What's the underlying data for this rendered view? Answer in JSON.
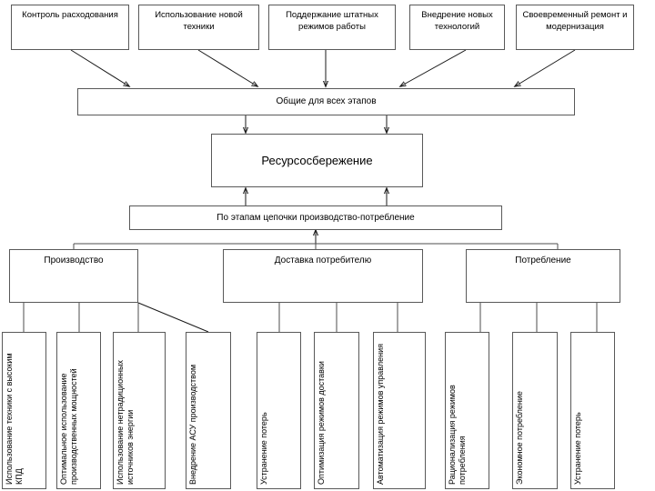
{
  "diagram": {
    "title": "Ресурсосбережение",
    "top_row": [
      {
        "id": "control-spending",
        "label": "Контроль расходования"
      },
      {
        "id": "use-new-equipment",
        "label": "Использование новой техники"
      },
      {
        "id": "maintain-standard-modes",
        "label": "Поддержание штатных режимов работы"
      },
      {
        "id": "introduce-new-tech",
        "label": "Внедрение новых технологий"
      },
      {
        "id": "timely-repair",
        "label": "Своевременный ремонт и модернизация"
      }
    ],
    "common_bar": {
      "id": "common-for-all-stages",
      "label": "Общие для всех этапов"
    },
    "center": {
      "id": "resource-saving",
      "label": "Ресурсосбережение"
    },
    "chain_bar": {
      "id": "by-chain-stages",
      "label": "По этапам цепочки производство-потребление"
    },
    "stages": [
      {
        "id": "production",
        "label": "Производство"
      },
      {
        "id": "delivery-to-consumer",
        "label": "Доставка потребителю"
      },
      {
        "id": "consumption",
        "label": "Потребление"
      }
    ],
    "leaves": [
      {
        "id": "high-efficiency-equipment",
        "label": "Использование техники с высоким КПД",
        "group": "production"
      },
      {
        "id": "optimal-capacity-use",
        "label": "Оптимальное использование производственных мощностей",
        "group": "production"
      },
      {
        "id": "non-traditional-energy",
        "label": "Использование нетрадиционных источников энергии",
        "group": "production"
      },
      {
        "id": "acs-production",
        "label": "Внедрение АСУ производством",
        "group": "production"
      },
      {
        "id": "loss-elimination-delivery",
        "label": "Устранение потерь",
        "group": "delivery"
      },
      {
        "id": "optimize-delivery-modes",
        "label": "Оптимизация режимов доставки",
        "group": "delivery"
      },
      {
        "id": "automate-control-modes",
        "label": "Автоматизация режимов управления",
        "group": "delivery"
      },
      {
        "id": "rational-consumption-modes",
        "label": "Рационализация режимов потребления",
        "group": "consumption"
      },
      {
        "id": "economical-consumption",
        "label": "Экономное потребление",
        "group": "consumption"
      },
      {
        "id": "loss-elimination-consumption",
        "label": "Устранение потерь",
        "group": "consumption"
      }
    ],
    "colors": {
      "border": "#595959",
      "line": "#1a1a1a",
      "background": "#ffffff"
    }
  }
}
